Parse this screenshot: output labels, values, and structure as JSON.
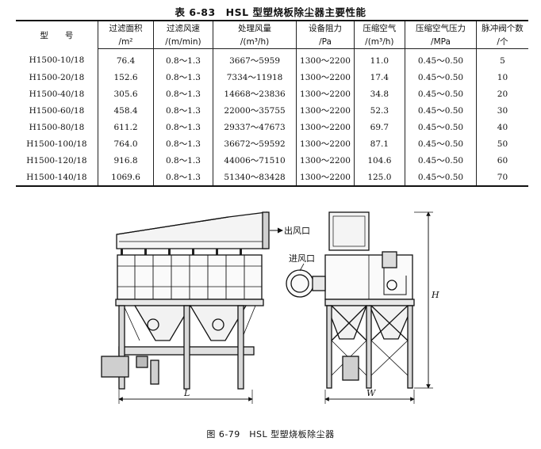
{
  "table_title": "表 6-83　HSL 型塑烧板除尘器主要性能",
  "headers": {
    "model": "型　　号",
    "area": [
      "过滤面积",
      "/m²"
    ],
    "speed": [
      "过滤风速",
      "/(m/min)"
    ],
    "flow": [
      "处理风量",
      "/(m³/h)"
    ],
    "resistance": [
      "设备阻力",
      "/Pa"
    ],
    "air": [
      "压缩空气",
      "/(m³/h)"
    ],
    "pressure": [
      "压缩空气压力",
      "/MPa"
    ],
    "valves": [
      "脉冲阀个数",
      "/个"
    ]
  },
  "rows": [
    {
      "model": "H1500-10/18",
      "area": "76.4",
      "speed": "0.8～1.3",
      "flow": "3667～5959",
      "resistance": "1300～2200",
      "air": "11.0",
      "pressure": "0.45～0.50",
      "valves": "5"
    },
    {
      "model": "H1500-20/18",
      "area": "152.6",
      "speed": "0.8～1.3",
      "flow": "7334～11918",
      "resistance": "1300～2200",
      "air": "17.4",
      "pressure": "0.45～0.50",
      "valves": "10"
    },
    {
      "model": "H1500-40/18",
      "area": "305.6",
      "speed": "0.8～1.3",
      "flow": "14668～23836",
      "resistance": "1300～2200",
      "air": "34.8",
      "pressure": "0.45～0.50",
      "valves": "20"
    },
    {
      "model": "H1500-60/18",
      "area": "458.4",
      "speed": "0.8～1.3",
      "flow": "22000～35755",
      "resistance": "1300～2200",
      "air": "52.3",
      "pressure": "0.45～0.50",
      "valves": "30"
    },
    {
      "model": "H1500-80/18",
      "area": "611.2",
      "speed": "0.8～1.3",
      "flow": "29337～47673",
      "resistance": "1300～2200",
      "air": "69.7",
      "pressure": "0.45～0.50",
      "valves": "40"
    },
    {
      "model": "H1500-100/18",
      "area": "764.0",
      "speed": "0.8～1.3",
      "flow": "36672～59592",
      "resistance": "1300～2200",
      "air": "87.1",
      "pressure": "0.45～0.50",
      "valves": "50"
    },
    {
      "model": "H1500-120/18",
      "area": "916.8",
      "speed": "0.8～1.3",
      "flow": "44006～71510",
      "resistance": "1300～2200",
      "air": "104.6",
      "pressure": "0.45～0.50",
      "valves": "60"
    },
    {
      "model": "H1500-140/18",
      "area": "1069.6",
      "speed": "0.8～1.3",
      "flow": "51340～83428",
      "resistance": "1300～2200",
      "air": "125.0",
      "pressure": "0.45～0.50",
      "valves": "70"
    }
  ],
  "figure": {
    "outlet_label": "出风口",
    "inlet_label": "进风口",
    "dim_L": "L",
    "dim_W": "W",
    "dim_H": "H"
  },
  "caption": "图 6-79　HSL 型塑烧板除尘器"
}
